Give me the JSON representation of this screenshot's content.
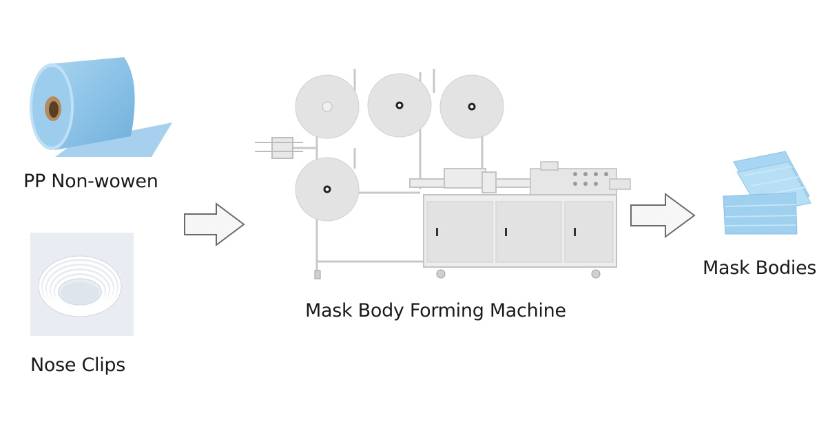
{
  "inputs": {
    "pp_nonwoven": {
      "label": "PP Non-wowen",
      "color": "#8fc3e6"
    },
    "nose_clips": {
      "label": "Nose Clips"
    }
  },
  "machine": {
    "label": "Mask Body Forming Machine"
  },
  "output": {
    "label": "Mask Bodies",
    "color": "#9fd0ee"
  }
}
